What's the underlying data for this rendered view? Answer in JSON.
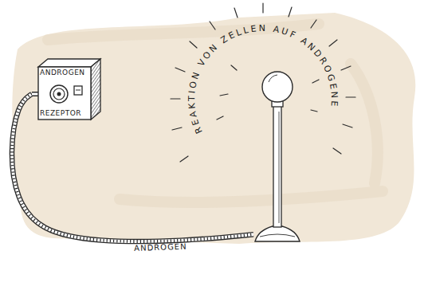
{
  "diagram": {
    "nodes": [
      {
        "text": [
          "ANDROGEN",
          "REZEPTOR"
        ]
      },
      {
        "text": [
          "REAKTION VON ZELLEN AUF ANDROGENE"
        ]
      }
    ],
    "edges": [
      {
        "from": 0,
        "to": 1,
        "arrow": "none",
        "label": "ANDROGEN"
      }
    ]
  }
}
